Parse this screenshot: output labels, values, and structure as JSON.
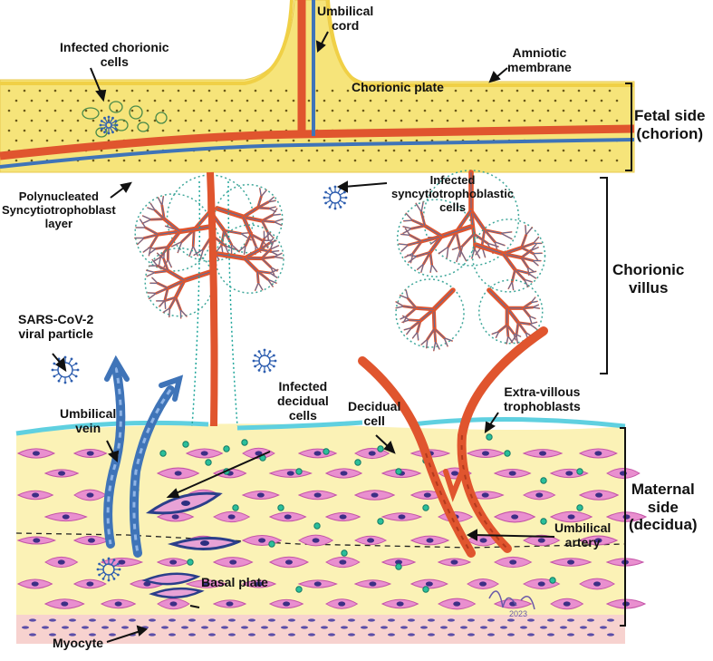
{
  "labels": {
    "umbilical_cord": "Umbilical\ncord",
    "amniotic_membrane": "Amniotic\nmembrane",
    "infected_chorionic_cells": "Infected chorionic\ncells",
    "chorionic_plate": "Chorionic plate",
    "fetal_side": "Fetal side\n(chorion)",
    "polynucleated_layer": "Polynucleated\nSyncytiotrophoblast\nlayer",
    "infected_syncytio": "Infected\nsyncytiotrophoblastic\ncells",
    "chorionic_villus": "Chorionic\nvillus",
    "sars_cov2": "SARS-CoV-2\nviral particle",
    "umbilical_vein": "Umbilical\nvein",
    "infected_decidual_cells": "Infected\ndecidual\ncells",
    "decidual_cell": "Decidual\ncell",
    "extra_villous": "Extra-villous\ntrophoblasts",
    "maternal_side": "Maternal\nside\n(decidua)",
    "umbilical_artery": "Umbilical\nartery",
    "basal_plate": "Basal plate",
    "myocyte": "Myocyte"
  },
  "signature": "2023",
  "colors": {
    "chorion_fill": "#f6e98a",
    "decidua_fill": "#fbf3b8",
    "artery": "#e0552e",
    "vein": "#3f74b8",
    "cell_fill": "#e98fcf",
    "nucleus": "#3d2f86",
    "villous_border": "#2a9d8f",
    "infected_cell": "#2bbf9a",
    "myocyte_band": "#f5c6c6"
  }
}
